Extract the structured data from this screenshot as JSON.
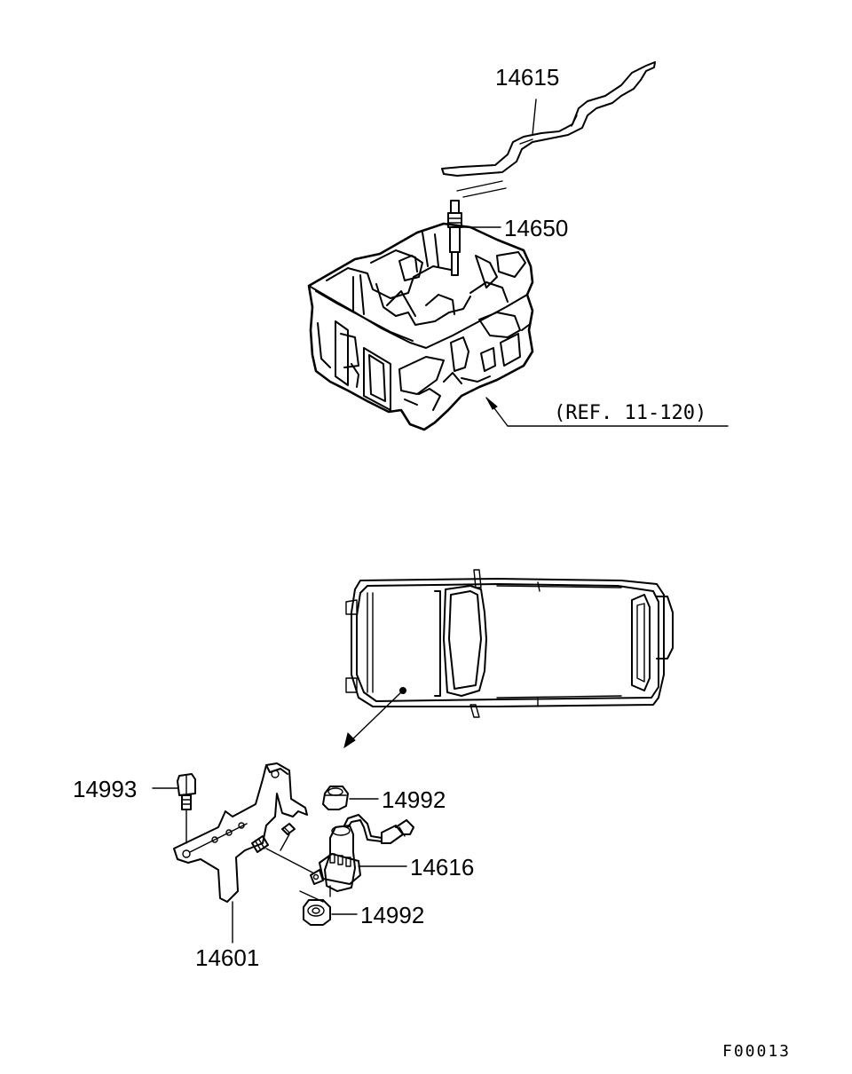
{
  "callouts": {
    "gasket": "14615",
    "glow_plug": "14650",
    "reference": "(REF. 11-120)",
    "bolt": "14993",
    "nut_upper": "14992",
    "relay": "14616",
    "nut_lower": "14992",
    "bracket": "14601"
  },
  "figure_code": "F00013"
}
